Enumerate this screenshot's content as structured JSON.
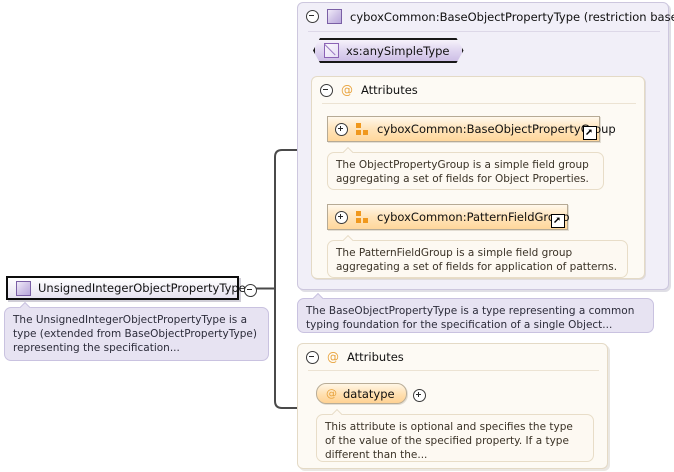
{
  "diagram": {
    "type": "xsd-documentation-diagram",
    "root_node": {
      "name": "UnsignedIntegerObjectPropertyType",
      "icon": "complex-type-icon",
      "toggle": "minus",
      "annotation": "The UnsignedIntegerObjectPropertyType is a type (extended from BaseObjectPropertyType) representing the specification..."
    },
    "base_panel": {
      "title": "cyboxCommon:BaseObjectPropertyType (restriction base)",
      "icon": "complex-type-icon",
      "toggle": "minus",
      "simple_type": {
        "label": "xs:anySimpleType",
        "icon": "simple-type-icon"
      },
      "attributes": {
        "title": "Attributes",
        "toggle": "minus",
        "glyph": "@",
        "groups": [
          {
            "label": "cyboxCommon:BaseObjectPropertyGroup",
            "toggle": "plus",
            "icon": "attribute-group-icon",
            "external_link": "external-link-icon",
            "annotation": "The ObjectPropertyGroup is a simple field group aggregating a set of fields for Object Properties."
          },
          {
            "label": "cyboxCommon:PatternFieldGroup",
            "toggle": "plus",
            "icon": "attribute-group-icon",
            "external_link": "external-link-icon",
            "annotation": "The PatternFieldGroup is a simple field group aggregating a set of fields for application of patterns."
          }
        ]
      },
      "annotation": "The BaseObjectPropertyType is a type representing a common typing foundation for the specification of a single Object..."
    },
    "local_attributes": {
      "title": "Attributes",
      "toggle": "minus",
      "glyph": "@",
      "items": [
        {
          "label": "datatype",
          "glyph": "@",
          "toggle": "plus",
          "annotation": "This attribute is optional and specifies the type of the value of the specified property. If a type different than the..."
        }
      ]
    },
    "colors": {
      "panel_purple_bg": "#f1eff8",
      "panel_purple_border": "#cdc7de",
      "panel_cream_bg": "#fdfaf4",
      "panel_cream_border": "#e4dac6",
      "note_purple_bg": "#e7e3f2",
      "note_cream_bg": "#fdf9f2",
      "group_orange": "#f0981d",
      "attribute_glyph": "#e8a33d",
      "connector_line": "#4a4a4a"
    }
  }
}
